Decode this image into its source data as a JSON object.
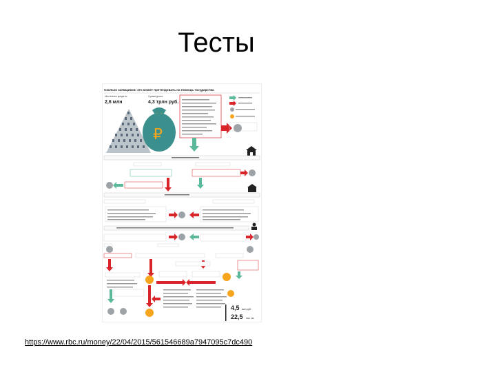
{
  "slide": {
    "title": "Тесты"
  },
  "infographic": {
    "header": "Сколько заемщиков: кто может претендовать на помощь государства",
    "stat_left_label": "Ипотечные кредиты",
    "stat_left_value": "2,6 млн",
    "stat_right_label": "Сумма долга",
    "stat_right_value": "4,3 трлн руб.",
    "currency_symbol": "₽",
    "bottom_value_1": "4,5",
    "bottom_unit_1": "млн руб.",
    "bottom_value_2": "22,5",
    "bottom_unit_2": "тыс. кв.",
    "colors": {
      "accent_red": "#d9252a",
      "accent_green": "#5bb89a",
      "bag_teal": "#3b8f8c",
      "sad_face": "#9ea3a8",
      "orange_face": "#f6a51d"
    }
  },
  "footer": {
    "link": "https://www.rbc.ru/money/22/04/2015/561546689a7947095c7dc490"
  }
}
